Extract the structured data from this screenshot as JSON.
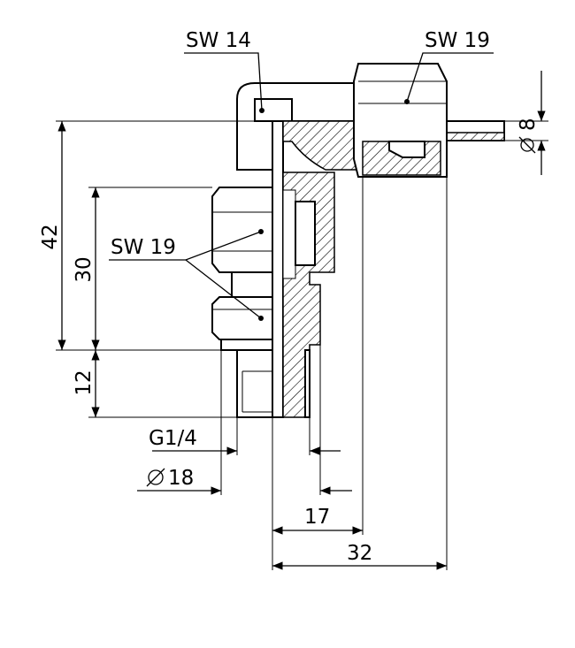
{
  "labels": {
    "sw14": "SW 14",
    "sw19_top": "SW 19",
    "sw19_side": "SW 19",
    "dia8": "8",
    "dim42": "42",
    "dim30": "30",
    "dim12": "12",
    "thread": "G1/4",
    "dia18": "18",
    "dim17": "17",
    "dim32": "32"
  },
  "icons": {
    "diameter": "diameter-symbol"
  }
}
